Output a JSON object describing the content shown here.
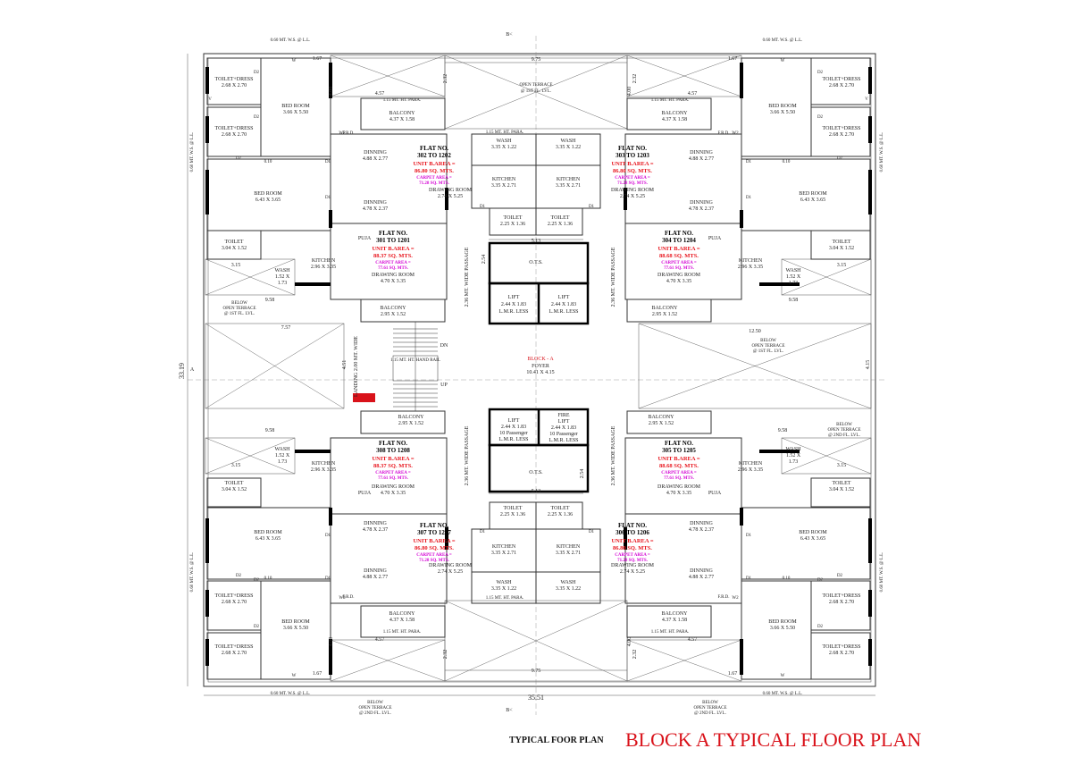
{
  "captions": {
    "small": "TYPICAL FOOR PLAN",
    "large": "BLOCK A TYPICAL FLOOR PLAN"
  },
  "core": {
    "block": "BLOCK - A",
    "foyer": "FOYER",
    "foyer_size": "10.41 X 4.15",
    "ots": "O.T.S.",
    "lift_a": [
      "LIFT",
      "2.44 X 1.83",
      "L.M.R. LESS"
    ],
    "lift_b": [
      "LIFT",
      "2.44 X 1.83",
      "L.M.R. LESS"
    ],
    "lift_c": [
      "LIFT",
      "2.44 X 1.83",
      "10 Passenger",
      "L.M.R. LESS"
    ],
    "fire_lift": [
      "FIRE",
      "LIFT",
      "2.44 X 1.83",
      "10 Passenger",
      "L.M.R. LESS"
    ],
    "passage": "2.36 MT. WIDE PASSAGE",
    "landing": "LANDING 2.00 MT. WIDE",
    "dn": "DN",
    "up": "UP",
    "hand_rail": "1.15 MT. HT. HAND RAIL"
  },
  "dims": {
    "top_width": "9.75",
    "bottom_width": "9.75",
    "total_width": "35.51",
    "total_height": "33.19",
    "core_width": "5.13",
    "mid_left": "7.57",
    "mid_right": "12.50",
    "mid_h_left": "4.51",
    "mid_h_right": "4.15",
    "edge": "1.67",
    "bay": "4.57",
    "bay_h": "4.00",
    "side": "2.32",
    "wash_gap": "3.15",
    "wing": "9.58",
    "ots_h": "2.54",
    "section": "B<",
    "axis": "A"
  },
  "notes": {
    "ws_ll": "0.60 MT. W.S. @ L.L.",
    "open_terrace_1st": [
      "OPEN TERRACE",
      "@ 1ST FL. LVL."
    ],
    "below_open_terrace_1st": [
      "BELOW",
      "OPEN TERRACE",
      "@ 1ST FL. LVL."
    ],
    "below_open_terrace_2nd": [
      "BELOW",
      "OPEN TERRACE",
      "@ 2ND FL. LVL."
    ],
    "ht_para": "1.15 MT. HT. PARA.",
    "frd": "F.R.D."
  },
  "flats": [
    {
      "no": "FLAT NO.",
      "range": "302 TO 1202",
      "area": "UNIT B.AREA =",
      "area_val": "86.80 SQ. MTS.",
      "carpet": "CARPET AREA =",
      "carpet_val": "71.28 SQ. MTS."
    },
    {
      "no": "FLAT NO.",
      "range": "303 TO 1203",
      "area": "UNIT B.AREA =",
      "area_val": "86.80 SQ. MTS.",
      "carpet": "CARPET AREA =",
      "carpet_val": "71.28 SQ. MTS."
    },
    {
      "no": "FLAT NO.",
      "range": "301 TO 1201",
      "area": "UNIT B.AREA =",
      "area_val": "88.37 SQ. MTS.",
      "carpet": "CARPET AREA =",
      "carpet_val": "77.61 SQ. MTS."
    },
    {
      "no": "FLAT NO.",
      "range": "304 TO 1204",
      "area": "UNIT B.AREA =",
      "area_val": "88.68 SQ. MTS.",
      "carpet": "CARPET AREA =",
      "carpet_val": "77.61 SQ. MTS."
    },
    {
      "no": "FLAT NO.",
      "range": "308 TO 1208",
      "area": "UNIT B.AREA =",
      "area_val": "88.37 SQ. MTS.",
      "carpet": "CARPET AREA =",
      "carpet_val": "77.61 SQ. MTS."
    },
    {
      "no": "FLAT NO.",
      "range": "305 TO 1205",
      "area": "UNIT B.AREA =",
      "area_val": "88.68 SQ. MTS.",
      "carpet": "CARPET AREA =",
      "carpet_val": "77.61 SQ. MTS."
    },
    {
      "no": "FLAT NO.",
      "range": "307 TO 1207",
      "area": "UNIT B.AREA =",
      "area_val": "86.80 SQ. MTS.",
      "carpet": "CARPET AREA =",
      "carpet_val": "71.28 SQ. MTS."
    },
    {
      "no": "FLAT NO.",
      "range": "306 TO 1206",
      "area": "UNIT B.AREA =",
      "area_val": "86.80 SQ. MTS.",
      "carpet": "CARPET AREA =",
      "carpet_val": "71.28 SQ. MTS."
    }
  ],
  "rooms": {
    "toilet_dress": [
      "TOILET+DRESS",
      "2.68 X 2.70"
    ],
    "bed_large": [
      "BED ROOM",
      "3.66 X 5.50"
    ],
    "bed_mid": [
      "BED ROOM",
      "6.43 X 3.65"
    ],
    "dinning_a": [
      "DINNING",
      "4.88 X 2.77"
    ],
    "dinning_b": [
      "DINNING",
      "4.78 X 2.37"
    ],
    "balcony_top": [
      "BALCONY",
      "4.37 X 1.58"
    ],
    "balcony_small": [
      "BALCONY",
      "2.95 X 1.52"
    ],
    "wash": [
      "WASH",
      "3.35 X 1.22"
    ],
    "kitchen_a": [
      "KITCHEN",
      "3.35 X 2.71"
    ],
    "kitchen_b": [
      "KITCHEN",
      "2.96 X 3.35"
    ],
    "drawing_a": [
      "DRAWING ROOM",
      "2.74 X 5.25"
    ],
    "drawing_b": [
      "DRAWING ROOM",
      "4.70 X 3.35"
    ],
    "toilet_core": [
      "TOILET",
      "2.25 X 1.36"
    ],
    "toilet_side": [
      "TOILET",
      "3.04 X 1.52"
    ],
    "wash_side": [
      "WASH",
      "1.52 X",
      "1.73"
    ],
    "puja": "PUJA"
  },
  "door_marks": [
    "D1",
    "D2",
    "W",
    "W2",
    "V",
    "0.10"
  ]
}
